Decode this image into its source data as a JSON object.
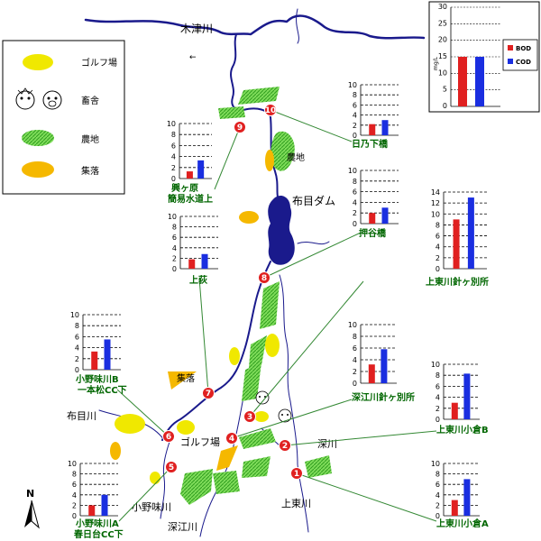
{
  "legend": {
    "items": [
      {
        "key": "golf",
        "label": "ゴルフ場"
      },
      {
        "key": "livestock",
        "label": "畜舎"
      },
      {
        "key": "farm",
        "label": "農地"
      },
      {
        "key": "village",
        "label": "集落"
      }
    ]
  },
  "rivers": {
    "kizu": "木津川",
    "nunome": "布目川",
    "onomi": "小野味川",
    "fukae": "深江川",
    "kamitoka": "上東川",
    "fukagawa": "深川"
  },
  "places": {
    "dam": "布目ダム",
    "farm_label": "農地",
    "village_label": "集落",
    "golf_label": "ゴルフ場",
    "north": "N"
  },
  "colors": {
    "BOD": "#e02020",
    "COD": "#1a2ee0",
    "river": "#1a1a8c",
    "farm": "#5ccc3c",
    "golf": "#f0e800",
    "village": "#f5b800",
    "station_label": "#006600"
  },
  "unit_chart": {
    "ylabel": "mg/L",
    "ticks": [
      "0",
      "5",
      "10",
      "15",
      "20",
      "25",
      "30"
    ],
    "ylim": [
      0,
      30
    ],
    "legend": [
      "BOD",
      "COD"
    ],
    "values": {
      "BOD": 15,
      "COD": 15
    }
  },
  "stations": [
    {
      "id": "1",
      "label": ""
    },
    {
      "id": "2",
      "label": ""
    },
    {
      "id": "3",
      "label": ""
    },
    {
      "id": "4",
      "label": ""
    },
    {
      "id": "5",
      "label": ""
    },
    {
      "id": "6",
      "label": ""
    },
    {
      "id": "7",
      "label": ""
    },
    {
      "id": "8",
      "label": ""
    },
    {
      "id": "9",
      "label": ""
    },
    {
      "id": "10",
      "label": ""
    }
  ],
  "chart_data": [
    {
      "type": "bar",
      "name": "日乃下橋",
      "ylim": [
        0,
        10
      ],
      "ticks": [
        "0",
        "2",
        "4",
        "6",
        "8",
        "10"
      ],
      "series": [
        {
          "name": "BOD",
          "values": [
            2.2
          ]
        },
        {
          "name": "COD",
          "values": [
            3.0
          ]
        }
      ]
    },
    {
      "type": "bar",
      "name": "興ヶ原 簡易水道上",
      "ylim": [
        0,
        10
      ],
      "ticks": [
        "0",
        "2",
        "4",
        "6",
        "8",
        "10"
      ],
      "series": [
        {
          "name": "BOD",
          "values": [
            1.3
          ]
        },
        {
          "name": "COD",
          "values": [
            3.3
          ]
        }
      ]
    },
    {
      "type": "bar",
      "name": "押谷橋",
      "ylim": [
        0,
        10
      ],
      "ticks": [
        "0",
        "2",
        "4",
        "6",
        "8",
        "10"
      ],
      "series": [
        {
          "name": "BOD",
          "values": [
            2.0
          ]
        },
        {
          "name": "COD",
          "values": [
            3.0
          ]
        }
      ]
    },
    {
      "type": "bar",
      "name": "上荻",
      "ylim": [
        0,
        10
      ],
      "ticks": [
        "0",
        "2",
        "4",
        "6",
        "8",
        "10"
      ],
      "series": [
        {
          "name": "BOD",
          "values": [
            1.8
          ]
        },
        {
          "name": "COD",
          "values": [
            2.8
          ]
        }
      ]
    },
    {
      "type": "bar",
      "name": "上東川針ヶ別所",
      "ylim": [
        0,
        14
      ],
      "ticks": [
        "0",
        "2",
        "4",
        "6",
        "8",
        "10",
        "12",
        "14"
      ],
      "series": [
        {
          "name": "BOD",
          "values": [
            9.0
          ]
        },
        {
          "name": "COD",
          "values": [
            13.0
          ]
        }
      ]
    },
    {
      "type": "bar",
      "name": "小野味川B 一本松CC下",
      "ylim": [
        0,
        10
      ],
      "ticks": [
        "0",
        "2",
        "4",
        "6",
        "8",
        "10"
      ],
      "series": [
        {
          "name": "BOD",
          "values": [
            3.3
          ]
        },
        {
          "name": "COD",
          "values": [
            5.5
          ]
        }
      ]
    },
    {
      "type": "bar",
      "name": "深江川針ヶ別所",
      "ylim": [
        0,
        10
      ],
      "ticks": [
        "0",
        "2",
        "4",
        "6",
        "8",
        "10"
      ],
      "series": [
        {
          "name": "BOD",
          "values": [
            3.2
          ]
        },
        {
          "name": "COD",
          "values": [
            5.8
          ]
        }
      ]
    },
    {
      "type": "bar",
      "name": "上東川小倉B",
      "ylim": [
        0,
        10
      ],
      "ticks": [
        "0",
        "2",
        "4",
        "6",
        "8",
        "10"
      ],
      "series": [
        {
          "name": "BOD",
          "values": [
            3.0
          ]
        },
        {
          "name": "COD",
          "values": [
            8.3
          ]
        }
      ]
    },
    {
      "type": "bar",
      "name": "小野味川A 春日台CC下",
      "ylim": [
        0,
        10
      ],
      "ticks": [
        "0",
        "2",
        "4",
        "6",
        "8",
        "10"
      ],
      "series": [
        {
          "name": "BOD",
          "values": [
            2.0
          ]
        },
        {
          "name": "COD",
          "values": [
            4.0
          ]
        }
      ]
    },
    {
      "type": "bar",
      "name": "上東川小倉A",
      "ylim": [
        0,
        10
      ],
      "ticks": [
        "0",
        "2",
        "4",
        "6",
        "8",
        "10"
      ],
      "series": [
        {
          "name": "BOD",
          "values": [
            3.0
          ]
        },
        {
          "name": "COD",
          "values": [
            7.0
          ]
        }
      ]
    }
  ]
}
